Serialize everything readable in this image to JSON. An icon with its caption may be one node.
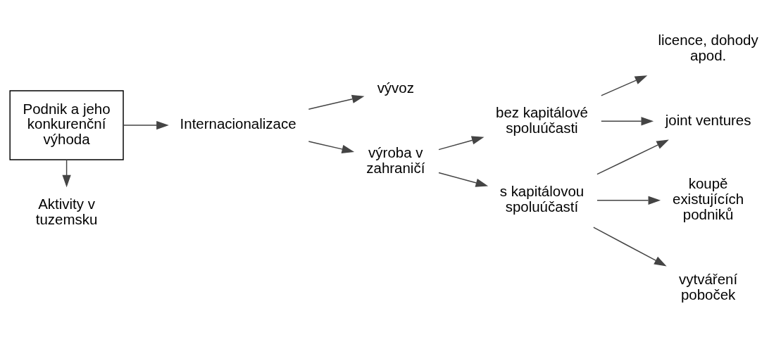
{
  "diagram": {
    "nodes": [
      {
        "text": [
          "Podnik a jeho konkurenční výhoda"
        ]
      },
      {
        "text": [
          "Internacionalizace"
        ]
      },
      {
        "text": [
          "Aktivity v tuzemsku"
        ]
      },
      {
        "text": [
          "vývoz"
        ]
      },
      {
        "text": [
          "výroba v zahraničí"
        ]
      },
      {
        "text": [
          "bez kapitálové spoluúčasti"
        ]
      },
      {
        "text": [
          "s kapitálovou spoluúčastí"
        ]
      },
      {
        "text": [
          "licence, dohody apod."
        ]
      },
      {
        "text": [
          "joint ventures"
        ]
      },
      {
        "text": [
          "koupě existujících podniků"
        ]
      },
      {
        "text": [
          "vytváření poboček"
        ]
      }
    ],
    "edges": [
      {
        "from": 0,
        "to": 1,
        "arrow": "to"
      },
      {
        "from": 0,
        "to": 2,
        "arrow": "to"
      },
      {
        "from": 1,
        "to": 3,
        "arrow": "to"
      },
      {
        "from": 1,
        "to": 4,
        "arrow": "to"
      },
      {
        "from": 4,
        "to": 5,
        "arrow": "to"
      },
      {
        "from": 4,
        "to": 6,
        "arrow": "to"
      },
      {
        "from": 5,
        "to": 7,
        "arrow": "to"
      },
      {
        "from": 5,
        "to": 8,
        "arrow": "to"
      },
      {
        "from": 6,
        "to": 8,
        "arrow": "to"
      },
      {
        "from": 6,
        "to": 9,
        "arrow": "to"
      },
      {
        "from": 6,
        "to": 10,
        "arrow": "to"
      }
    ]
  }
}
